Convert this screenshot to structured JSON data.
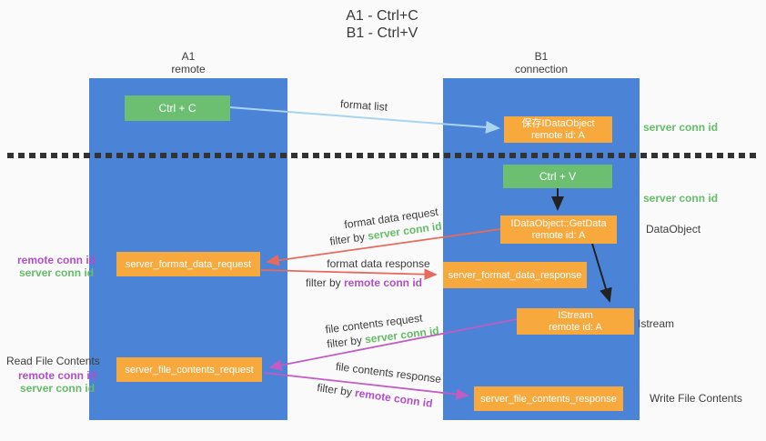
{
  "title": {
    "line1": "A1 - Ctrl+C",
    "line2": "B1 - Ctrl+V"
  },
  "lanes": {
    "left": {
      "title": "A1",
      "subtitle": "remote"
    },
    "right": {
      "title": "B1",
      "subtitle": "connection"
    }
  },
  "boxes": {
    "ctrl_c": {
      "label": "Ctrl + C"
    },
    "save_dataobject": {
      "line1": "保存IDataObject",
      "line2": "remote id: A"
    },
    "ctrl_v": {
      "label": "Ctrl + V"
    },
    "getdata": {
      "line1": "IDataObject::GetData",
      "line2": "remote id: A"
    },
    "format_request": {
      "label": "server_format_data_request"
    },
    "format_response": {
      "label": "server_format_data_response"
    },
    "istream": {
      "line1": "IStream",
      "line2": "remote id: A"
    },
    "file_request": {
      "label": "server_file_contents_request"
    },
    "file_response": {
      "label": "server_file_contents_response"
    }
  },
  "annotations": {
    "server_conn_id_top": "server conn id",
    "server_conn_id_mid": "server conn id",
    "dataobject": "DataObject",
    "istream": "Istream",
    "write_file_contents": "Write File Contents",
    "read_file_contents": "Read File Contents",
    "format_req_remote": "remote conn id",
    "format_req_server": "server conn id",
    "file_req_remote": "remote conn id",
    "file_req_server": "server conn id"
  },
  "flow_labels": {
    "format_list": "format list",
    "format_data_request": "format data request",
    "format_data_response": "format data response",
    "file_contents_request": "file contents request",
    "file_contents_response": "file contents response",
    "filter_by": "filter by ",
    "server_conn_id": "server conn id",
    "remote_conn_id": "remote conn id"
  },
  "colors": {
    "lane_blue": "#4b83d7",
    "box_green": "#6cbe71",
    "box_orange": "#f8a93e",
    "text_dark": "#3d3d3d",
    "label_green": "#65bd68",
    "label_purple": "#b24fc8",
    "arrow_red": "#e8695e",
    "arrow_magenta": "#c15cc2",
    "arrow_lightblue": "#a9d4f0",
    "arrow_black": "#222222",
    "background": "#fafafa"
  }
}
